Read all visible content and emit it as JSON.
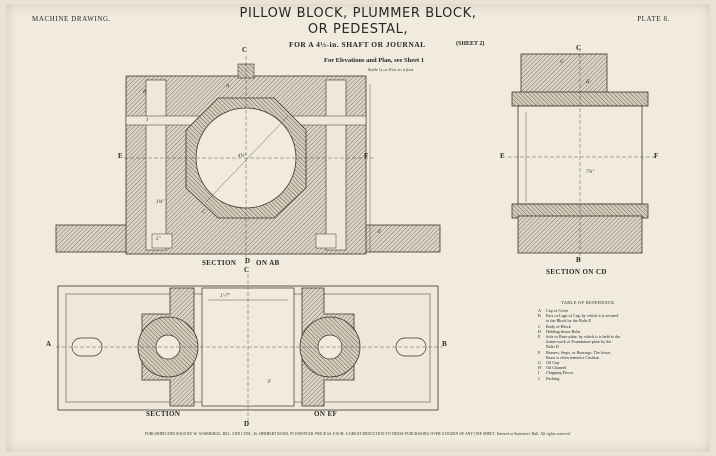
{
  "header": {
    "left": "MACHINE DRAWING.",
    "right": "PLATE 8.",
    "title_line1": "PILLOW BLOCK, PLUMMER BLOCK,",
    "title_line2": "OR PEDESTAL,",
    "subtitle": "FOR A 4½-in. SHAFT OR JOURNAL",
    "sheet": "(SHEET 2)",
    "note": "For Elevations and Plan, see Sheet 1",
    "scale": "Scale ¼ or 4-in. to a foot."
  },
  "captions": {
    "section_ab_1": "SECTION",
    "section_ab_2": "ON AB",
    "section_cd": "SECTION ON CD",
    "section_ef_1": "SECTION",
    "section_ef_2": "ON EF"
  },
  "letters": {
    "C": "C",
    "D": "D",
    "E": "E",
    "F": "F",
    "A": "A",
    "B": "B",
    "G": "G",
    "H": "H",
    "J": "J"
  },
  "dims": {
    "d1": "1'-7\"",
    "d2": "7⅞\"",
    "d3": "1⅛\"",
    "d4": "4½\"",
    "d5": "5\""
  },
  "reference": {
    "title": "TABLE OF REFERENCE.",
    "rows": [
      {
        "key": "A",
        "text": "Cap or Cover"
      },
      {
        "key": "B",
        "text": "Ears or Lugs of Cap, by which it is secured"
      },
      {
        "key": "",
        "text": "to the Block by the Bolts E"
      },
      {
        "key": "C",
        "text": "Body of Block"
      },
      {
        "key": "D",
        "text": "Holding-down Bolts"
      },
      {
        "key": "E",
        "text": "Sole or Base-plate, by which it is held to the"
      },
      {
        "key": "",
        "text": "frame-work or Foundation-plate by the"
      },
      {
        "key": "",
        "text": "Bolts D"
      },
      {
        "key": "F",
        "text": "Brasses, Steps, or Bearings. The lower"
      },
      {
        "key": "",
        "text": "Brass is often termed a Cushion"
      },
      {
        "key": "G",
        "text": "Oil Cup"
      },
      {
        "key": "H",
        "text": "Oil Channel"
      },
      {
        "key": "I",
        "text": "Chipping Pieces"
      },
      {
        "key": "J",
        "text": "Packing"
      }
    ]
  },
  "footer": "PUBLISHED AND SOLD BY W. GOSBRIDGE, DEL. AND LITH., 36, HERBERT ROAD, PLUMSTEAD.  PRICE 6d. EACH.  A GREAT REDUCTION TO THOSE PURCHASING OVER A DOZEN OF ANY ONE SHEET.  Entered at Stationers' Hall.  All rights reserved."
}
